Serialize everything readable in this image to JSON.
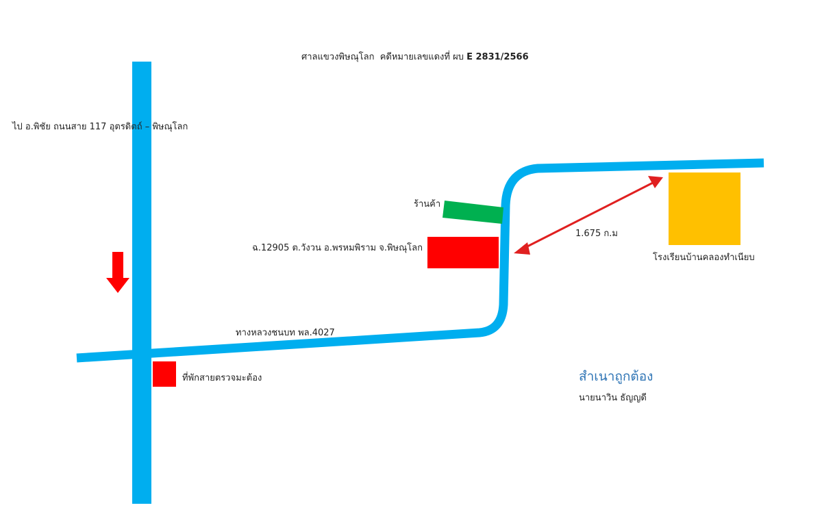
{
  "header": {
    "court_name": "ศาลแขวงพิษณุโลก",
    "case_label": "คดีหมายเลขแดงที่ ผบ",
    "case_number": "E 2831/2566"
  },
  "labels": {
    "direction": "ไป อ.พิชัย  ถนนสาย  117   อุตรดิตถ์ – พิษณุโลก",
    "shop": "ร้านค้า",
    "site": "ฉ.12905  ต.วังวน  อ.พรหมพิราม จ.พิษณุโลก",
    "distance": "1.675",
    "distance_unit": "ก.ม",
    "school": "โรงเรียนบ้านคลองทำเนียบ",
    "rural_road": "ทางหลวงชนบท พล.4027",
    "checkpoint": "ที่พักสายตรวจมะต้อง",
    "certified": "สำเนาถูกต้อง",
    "signer": "นายนาวิน  ธัญญดี"
  },
  "colors": {
    "road": "#00aeef",
    "site_box": "#ff0000",
    "shop_box": "#00b050",
    "school_box": "#ffc000",
    "arrow": "#ff0000",
    "distance_arrow": "#e02020",
    "certified_text": "#2e74b5"
  },
  "icons": {
    "direction_arrow": "down-arrow-icon"
  }
}
